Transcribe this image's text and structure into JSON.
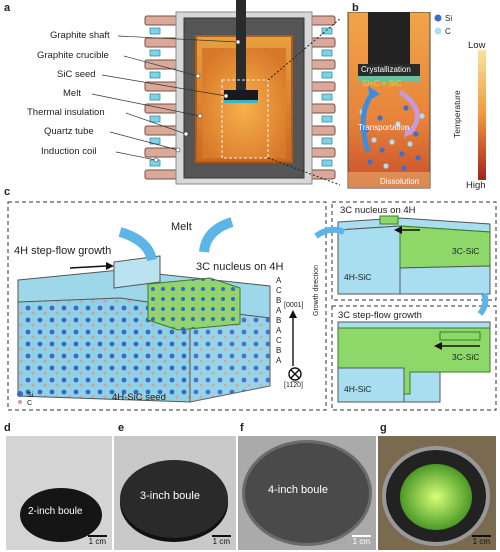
{
  "panels": {
    "a": "a",
    "b": "b",
    "c": "c",
    "d": "d",
    "e": "e",
    "f": "f",
    "g": "g"
  },
  "panel_a": {
    "labels": [
      "Graphite shaft",
      "Graphite crucible",
      "SiC seed",
      "Melt",
      "Thermal insulation",
      "Quartz tube",
      "Induction coil"
    ]
  },
  "panel_b": {
    "crystallization": "Crystallization",
    "reaction": "Si+C = SiC",
    "transportation": "Transportation",
    "dissolution": "Dissolution",
    "legend_si": "Si",
    "legend_c": "C",
    "temp_low": "Low",
    "temp_high": "High",
    "temp_axis": "Temperature",
    "colors": {
      "si": "#3b6fd0",
      "c": "#a9dff0"
    }
  },
  "panel_c": {
    "melt": "Melt",
    "step_flow": "4H step-flow growth",
    "nucleus": "3C nucleus on 4H",
    "stack": [
      "A",
      "C",
      "B",
      "A",
      "B",
      "A",
      "C",
      "B",
      "A"
    ],
    "direction": "[0001]",
    "growth": "Growth direction",
    "orient": "[11̅2̅0]",
    "seed": "4H-SiC seed",
    "legend_si": "Si",
    "legend_c": "C",
    "right_top_title": "3C nucleus on 4H",
    "right_top_3c": "3C-SiC",
    "right_top_4h": "4H-SiC",
    "right_bottom_title": "3C step-flow growth",
    "right_bottom_3c": "3C-SiC",
    "right_bottom_4h": "4H-SiC"
  },
  "photos": {
    "d": {
      "text": "2-inch boule",
      "scale": "1 cm"
    },
    "e": {
      "text": "3-inch boule",
      "scale": "1 cm"
    },
    "f": {
      "text": "4-inch boule",
      "scale": "1 cm"
    },
    "g": {
      "scale": "1 cm"
    }
  }
}
